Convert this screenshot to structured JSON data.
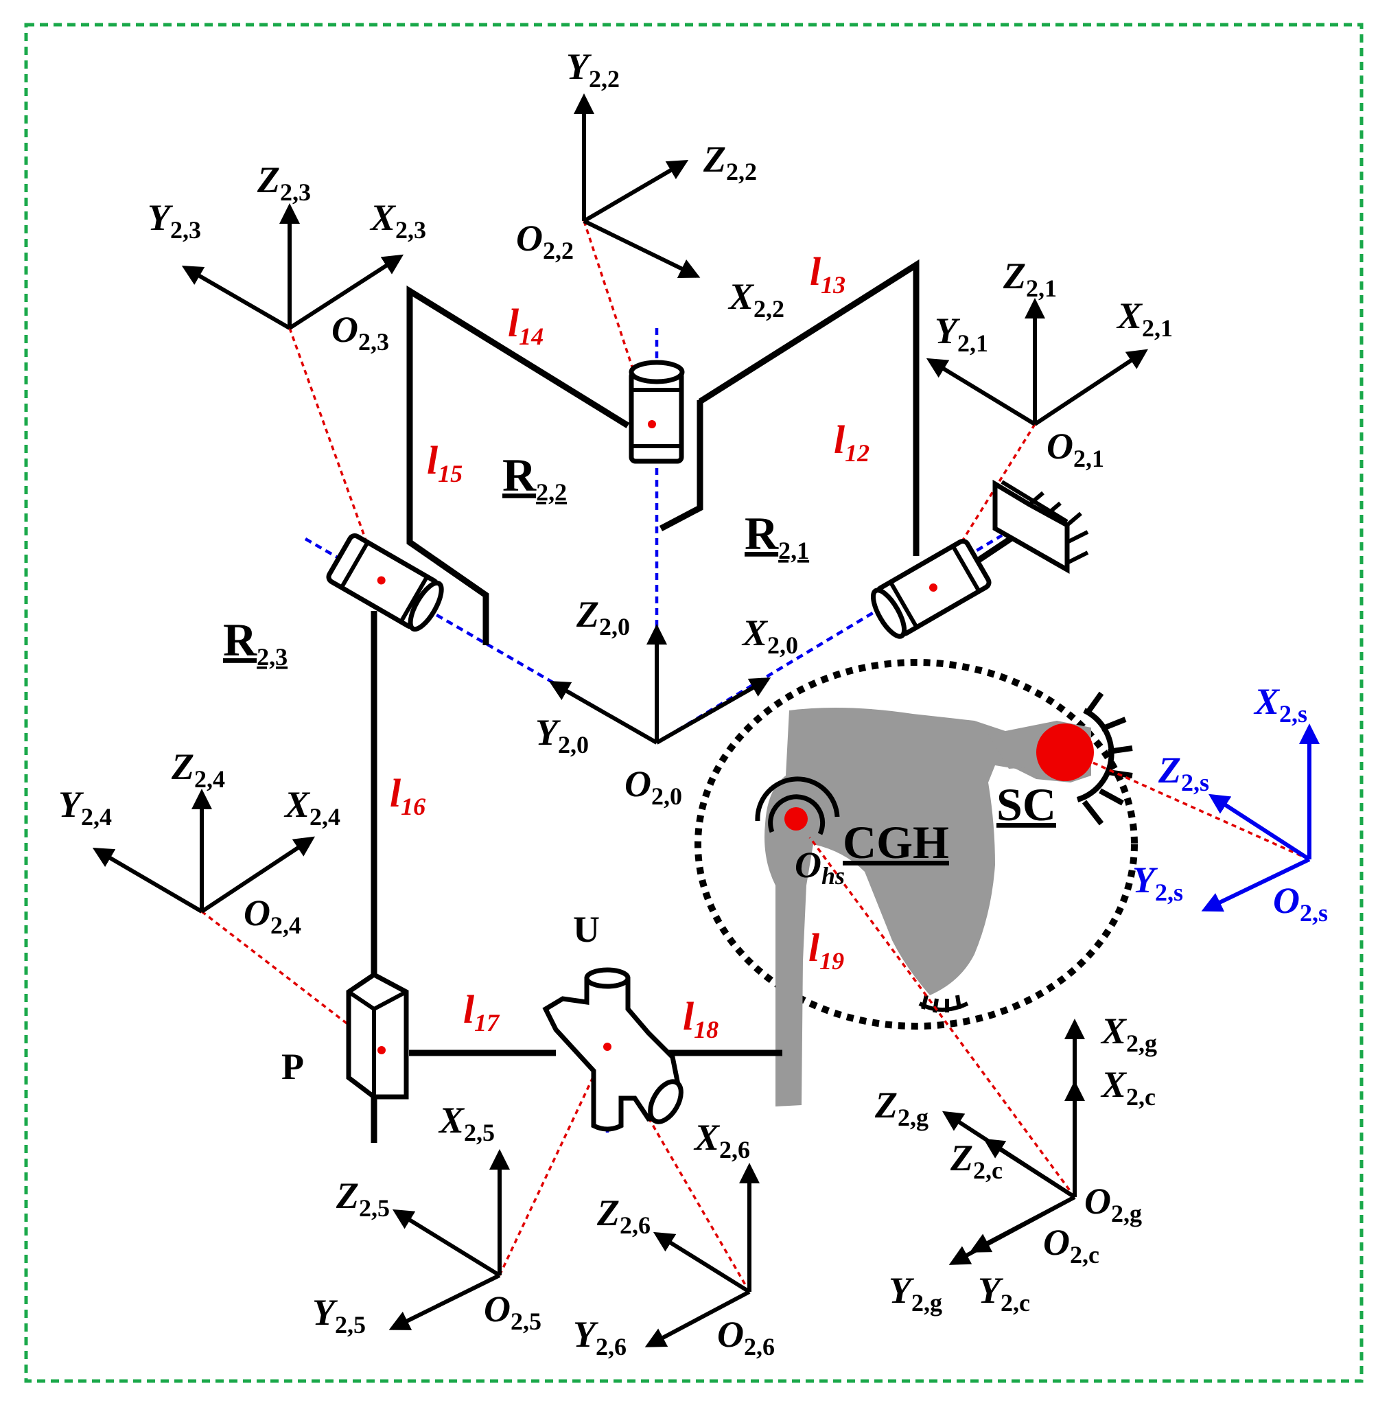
{
  "frames": {
    "f20": {
      "x": "X",
      "x_sub": "2,0",
      "y": "Y",
      "y_sub": "2,0",
      "z": "Z",
      "z_sub": "2,0",
      "o": "O",
      "o_sub": "2,0"
    },
    "f21": {
      "x": "X",
      "x_sub": "2,1",
      "y": "Y",
      "y_sub": "2,1",
      "z": "Z",
      "z_sub": "2,1",
      "o": "O",
      "o_sub": "2,1"
    },
    "f22": {
      "x": "X",
      "x_sub": "2,2",
      "y": "Y",
      "y_sub": "2,2",
      "z": "Z",
      "z_sub": "2,2",
      "o": "O",
      "o_sub": "2,2"
    },
    "f23": {
      "x": "X",
      "x_sub": "2,3",
      "y": "Y",
      "y_sub": "2,3",
      "z": "Z",
      "z_sub": "2,3",
      "o": "O",
      "o_sub": "2,3"
    },
    "f24": {
      "x": "X",
      "x_sub": "2,4",
      "y": "Y",
      "y_sub": "2,4",
      "z": "Z",
      "z_sub": "2,4",
      "o": "O",
      "o_sub": "2,4"
    },
    "f25": {
      "x": "X",
      "x_sub": "2,5",
      "y": "Y",
      "y_sub": "2,5",
      "z": "Z",
      "z_sub": "2,5",
      "o": "O",
      "o_sub": "2,5"
    },
    "f26": {
      "x": "X",
      "x_sub": "2,6",
      "y": "Y",
      "y_sub": "2,6",
      "z": "Z",
      "z_sub": "2,6",
      "o": "O",
      "o_sub": "2,6"
    },
    "fs": {
      "x": "X",
      "x_sub": "2,s",
      "y": "Y",
      "y_sub": "2,s",
      "z": "Z",
      "z_sub": "2,s",
      "o": "O",
      "o_sub": "2,s"
    },
    "fg": {
      "x": "X",
      "x_sub": "2,g",
      "y": "Y",
      "y_sub": "2,g",
      "z": "Z",
      "z_sub": "2,g",
      "o": "O",
      "o_sub": "2,g"
    },
    "fc": {
      "x": "X",
      "x_sub": "2,c",
      "y": "Y",
      "y_sub": "2,c",
      "z": "Z",
      "z_sub": "2,c",
      "o": "O",
      "o_sub": "2,c"
    }
  },
  "links": {
    "l": "l",
    "l12": "12",
    "l13": "13",
    "l14": "14",
    "l15": "15",
    "l16": "16",
    "l17": "17",
    "l18": "18",
    "l19": "19"
  },
  "joints": {
    "r21": "R",
    "r21_sub": "2,1",
    "r22": "R",
    "r22_sub": "2,2",
    "r23": "R",
    "r23_sub": "2,3",
    "u": "U",
    "p": "P"
  },
  "anatomy": {
    "cgh": "CGH",
    "sc": "SC",
    "ohs": "O",
    "ohs_sub": "hs"
  },
  "colors": {
    "axes": "#000000",
    "link_labels": "#e00000",
    "joint_axes": "#0000ee",
    "sternum_frame": "#0000ee",
    "border": "#1aa84a",
    "bone": "#999999",
    "joint_center": "#ee0000"
  }
}
